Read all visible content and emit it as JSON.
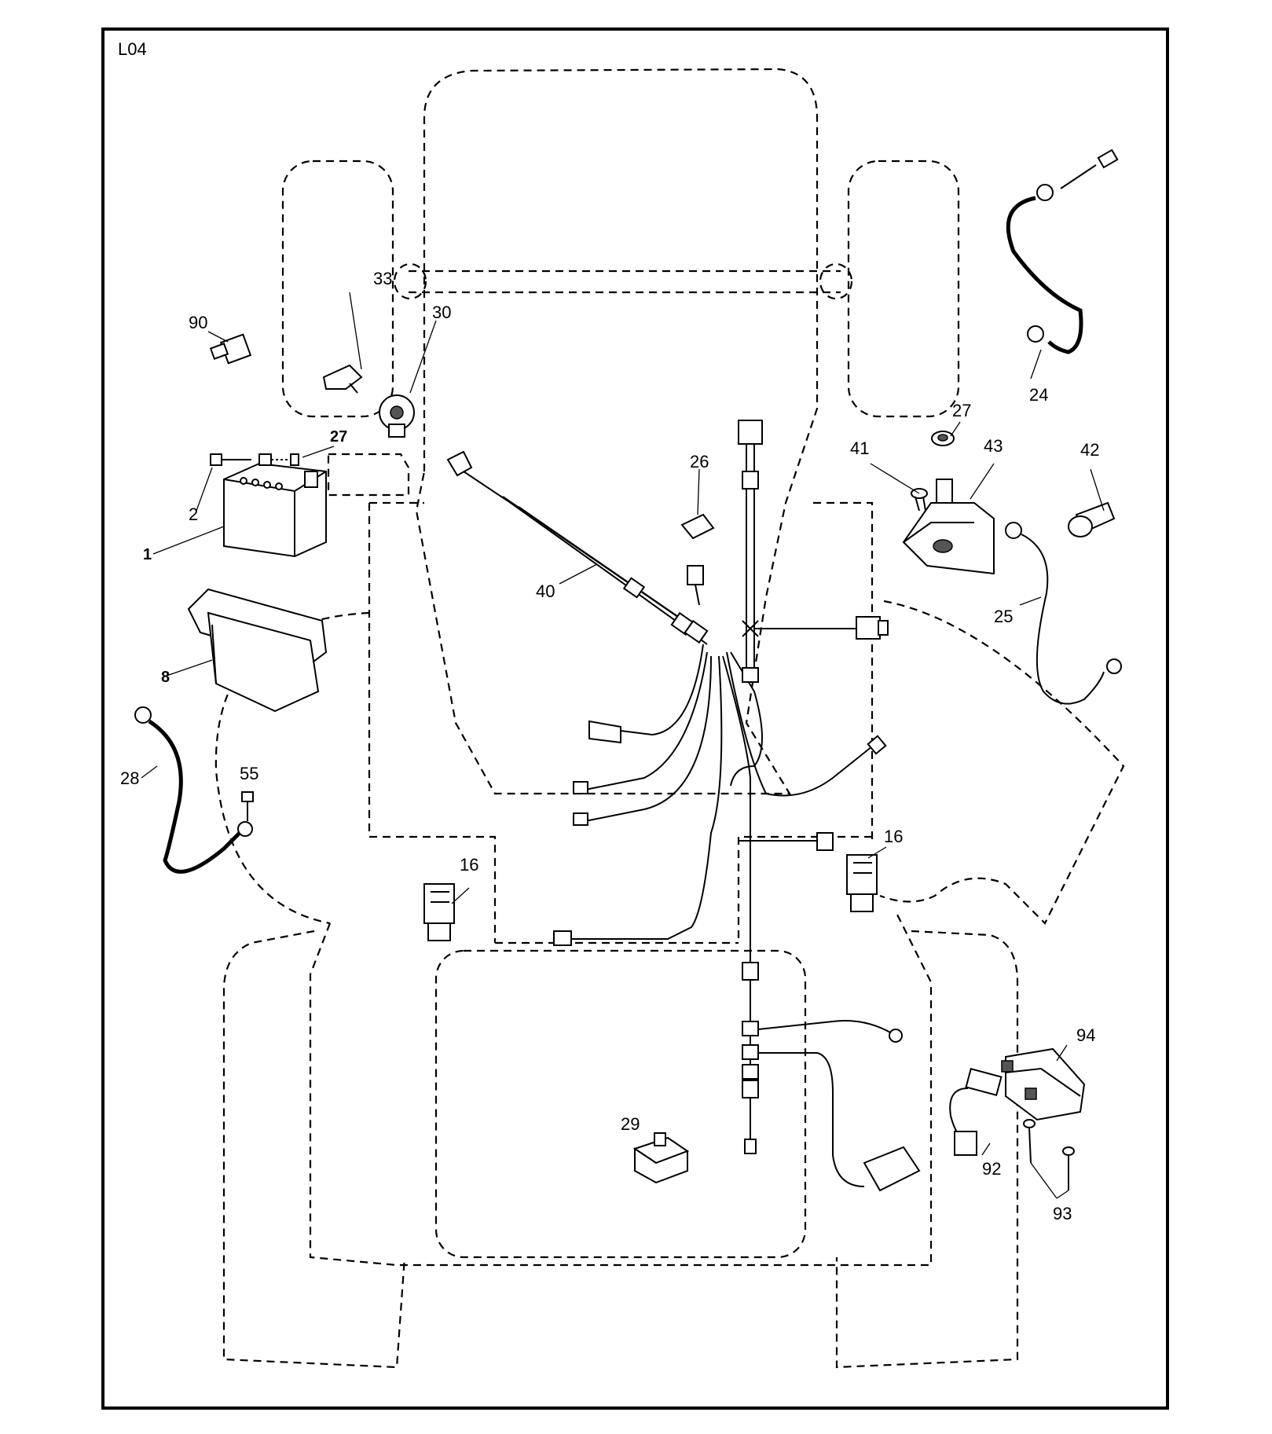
{
  "page_label": "L04",
  "parts": [
    {
      "id": "p1",
      "label": "1",
      "bold": true
    },
    {
      "id": "p2",
      "label": "2",
      "bold": false
    },
    {
      "id": "p8",
      "label": "8",
      "bold": true
    },
    {
      "id": "p16a",
      "label": "16",
      "bold": false
    },
    {
      "id": "p16b",
      "label": "16",
      "bold": false
    },
    {
      "id": "p24",
      "label": "24",
      "bold": false
    },
    {
      "id": "p25",
      "label": "25",
      "bold": false
    },
    {
      "id": "p26",
      "label": "26",
      "bold": false
    },
    {
      "id": "p27a",
      "label": "27",
      "bold": true
    },
    {
      "id": "p27b",
      "label": "27",
      "bold": false
    },
    {
      "id": "p28",
      "label": "28",
      "bold": false
    },
    {
      "id": "p29",
      "label": "29",
      "bold": false
    },
    {
      "id": "p30",
      "label": "30",
      "bold": false
    },
    {
      "id": "p33",
      "label": "33",
      "bold": false
    },
    {
      "id": "p40",
      "label": "40",
      "bold": false
    },
    {
      "id": "p41",
      "label": "41",
      "bold": false
    },
    {
      "id": "p42",
      "label": "42",
      "bold": false
    },
    {
      "id": "p43",
      "label": "43",
      "bold": false
    },
    {
      "id": "p55",
      "label": "55",
      "bold": false
    },
    {
      "id": "p90",
      "label": "90",
      "bold": false
    },
    {
      "id": "p92",
      "label": "92",
      "bold": false
    },
    {
      "id": "p93",
      "label": "93",
      "bold": false
    },
    {
      "id": "p94",
      "label": "94",
      "bold": false
    }
  ]
}
